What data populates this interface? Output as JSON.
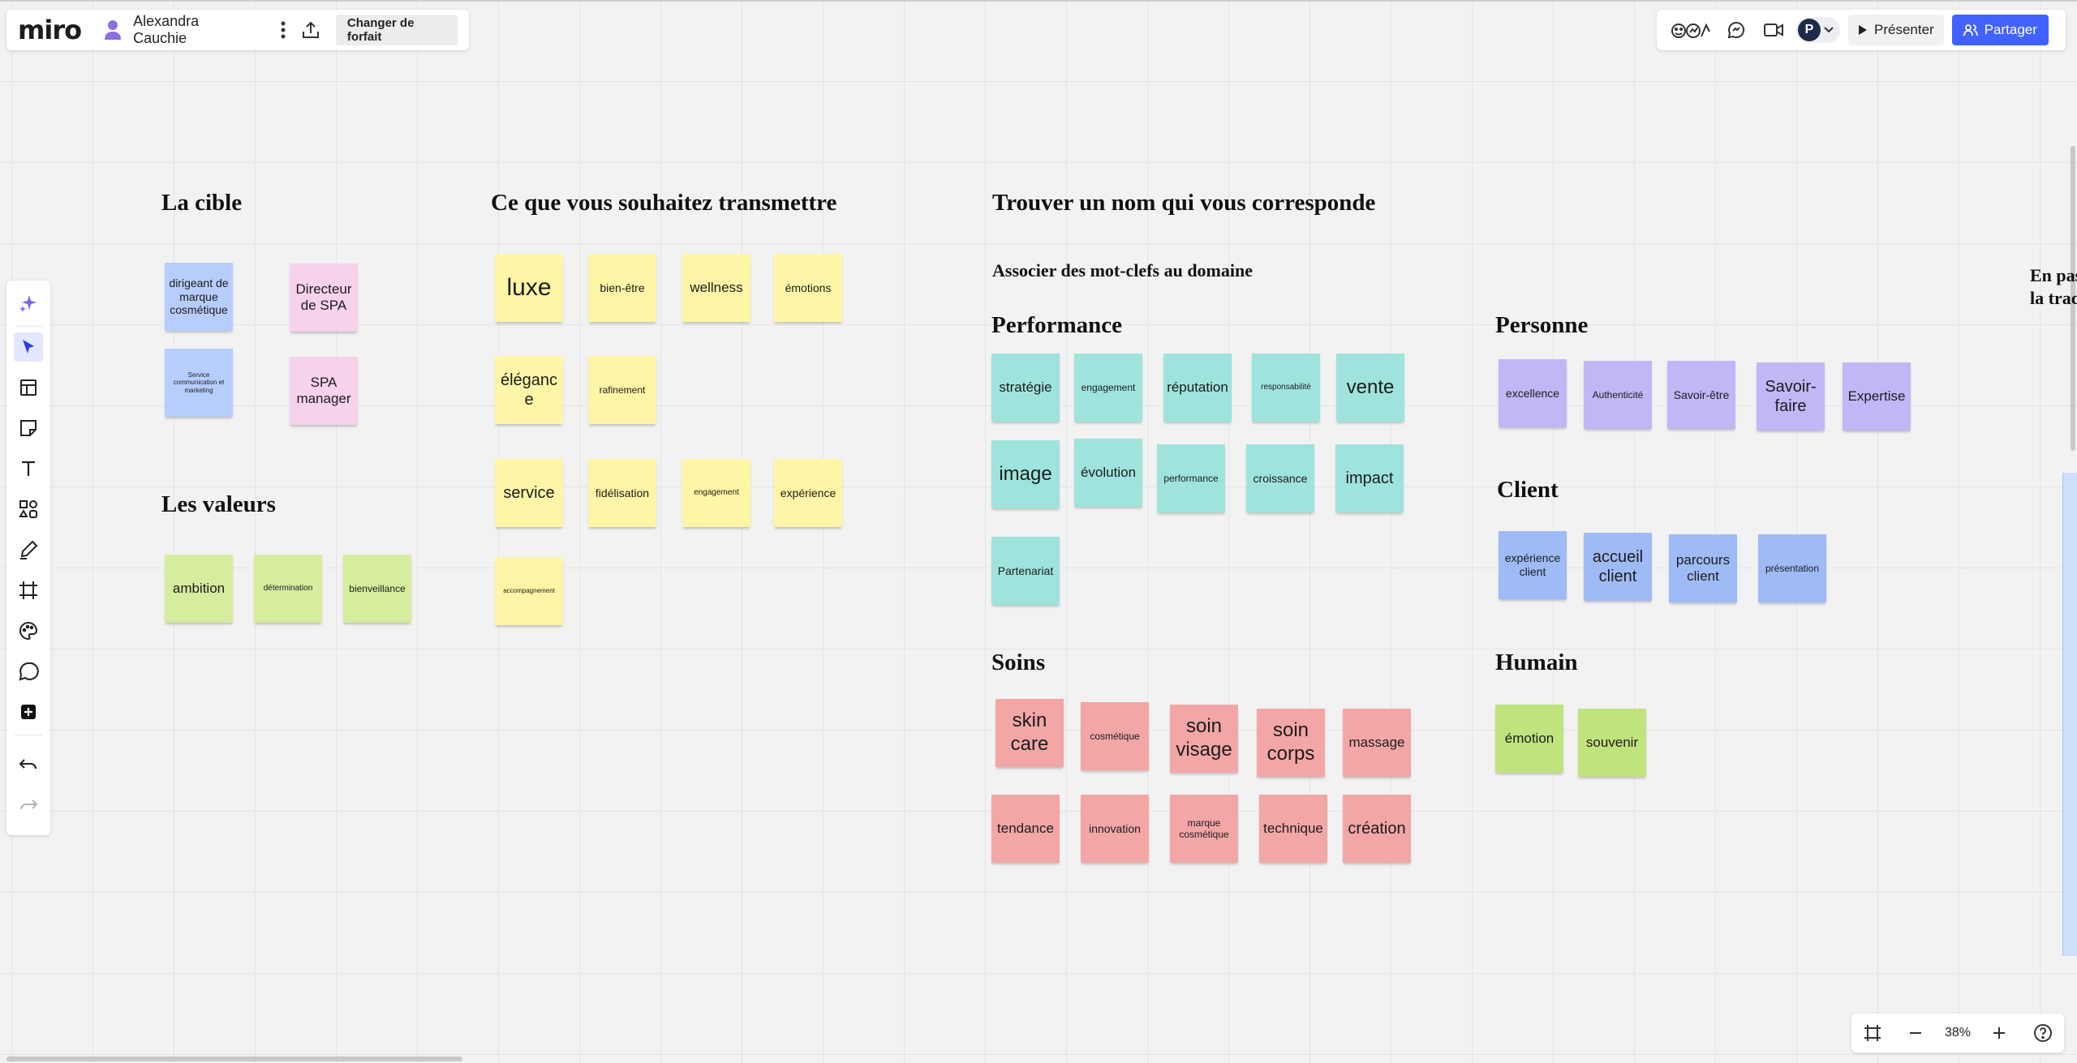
{
  "header": {
    "logo": "miro",
    "user_name": "Alexandra Cauchie",
    "upgrade_label": "Changer de forfait"
  },
  "topright": {
    "avatar_initial": "P",
    "present_label": "Présenter",
    "share_label": "Partager"
  },
  "zoom": {
    "level": "38%"
  },
  "board": {
    "cible": {
      "title": "La cible",
      "notes": [
        "dirigeant de marque cosmétique",
        "Directeur de SPA",
        "Service communication et marketing",
        "SPA manager"
      ]
    },
    "valeurs": {
      "title": "Les valeurs",
      "notes": [
        "ambition",
        "détermination",
        "bienveillance"
      ]
    },
    "transmettre": {
      "title": "Ce que vous souhaitez transmettre",
      "notes": [
        "luxe",
        "bien-être",
        "wellness",
        "émotions",
        "élégance",
        "rafinement",
        "service",
        "fidélisation",
        "engagement",
        "expérience",
        "accompagnement"
      ]
    },
    "nom": {
      "title": "Trouver un nom qui vous corresponde",
      "subtitle": "Associer des mot-clefs au domaine"
    },
    "performance": {
      "title": "Performance",
      "notes": [
        "stratégie",
        "engagement",
        "réputation",
        "responsabilité",
        "vente",
        "image",
        "évolution",
        "performance",
        "croissance",
        "impact",
        "Partenariat"
      ]
    },
    "personne": {
      "title": "Personne",
      "notes": [
        "excellence",
        "Authenticité",
        "Savoir-être",
        "Savoir-faire",
        "Expertise"
      ]
    },
    "client": {
      "title": "Client",
      "notes": [
        "expérience client",
        "accueil client",
        "parcours client",
        "présentation"
      ]
    },
    "soins": {
      "title": "Soins",
      "notes": [
        "skin care",
        "cosmétique",
        "soin visage",
        "soin corps",
        "massage",
        "tendance",
        "innovation",
        "marque cosmétique",
        "technique",
        "création"
      ]
    },
    "humain": {
      "title": "Humain",
      "notes": [
        "émotion",
        "souvenir"
      ]
    },
    "edge_text": {
      "line1": "En pas",
      "line2": "la trad"
    }
  }
}
